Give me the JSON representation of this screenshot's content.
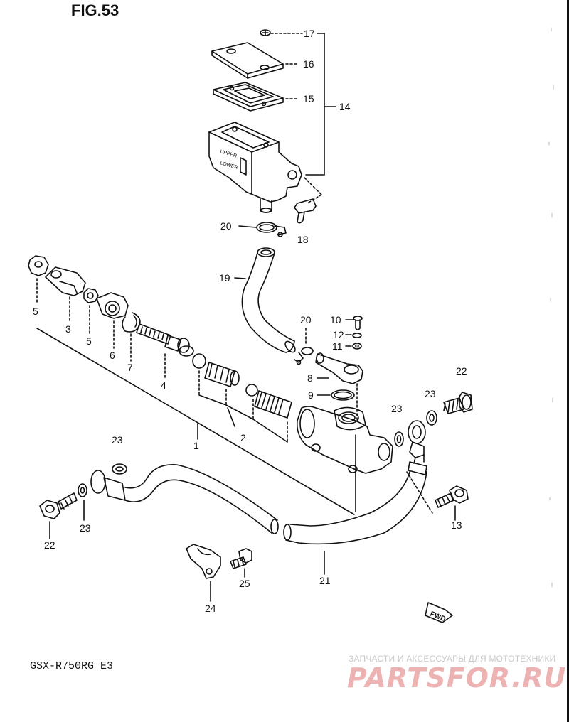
{
  "figure": {
    "title": "FIG.53"
  },
  "model_code": "GSX-R750RG E3",
  "fwd_badge": "FWD",
  "watermark": {
    "subtitle": "ЗАПЧАСТИ И АКСЕССУАРЫ ДЛЯ МОТОТЕХНИКИ",
    "logo": "PARTSFOR.RU",
    "color": "#e57373"
  },
  "callouts": {
    "c1": "1",
    "c2": "2",
    "c3": "3",
    "c4": "4",
    "c5a": "5",
    "c5b": "5",
    "c6": "6",
    "c7": "7",
    "c8": "8",
    "c9": "9",
    "c10": "10",
    "c11": "11",
    "c12": "12",
    "c13": "13",
    "c14": "14",
    "c15": "15",
    "c16": "16",
    "c17": "17",
    "c18": "18",
    "c19": "19",
    "c20a": "20",
    "c20b": "20",
    "c21": "21",
    "c22a": "22",
    "c22b": "22",
    "c23a": "23",
    "c23b": "23",
    "c23c": "23",
    "c23d": "23",
    "c24": "24",
    "c25": "25"
  },
  "reservoir_markings": {
    "upper": "UPPER",
    "lower": "LOWER"
  }
}
